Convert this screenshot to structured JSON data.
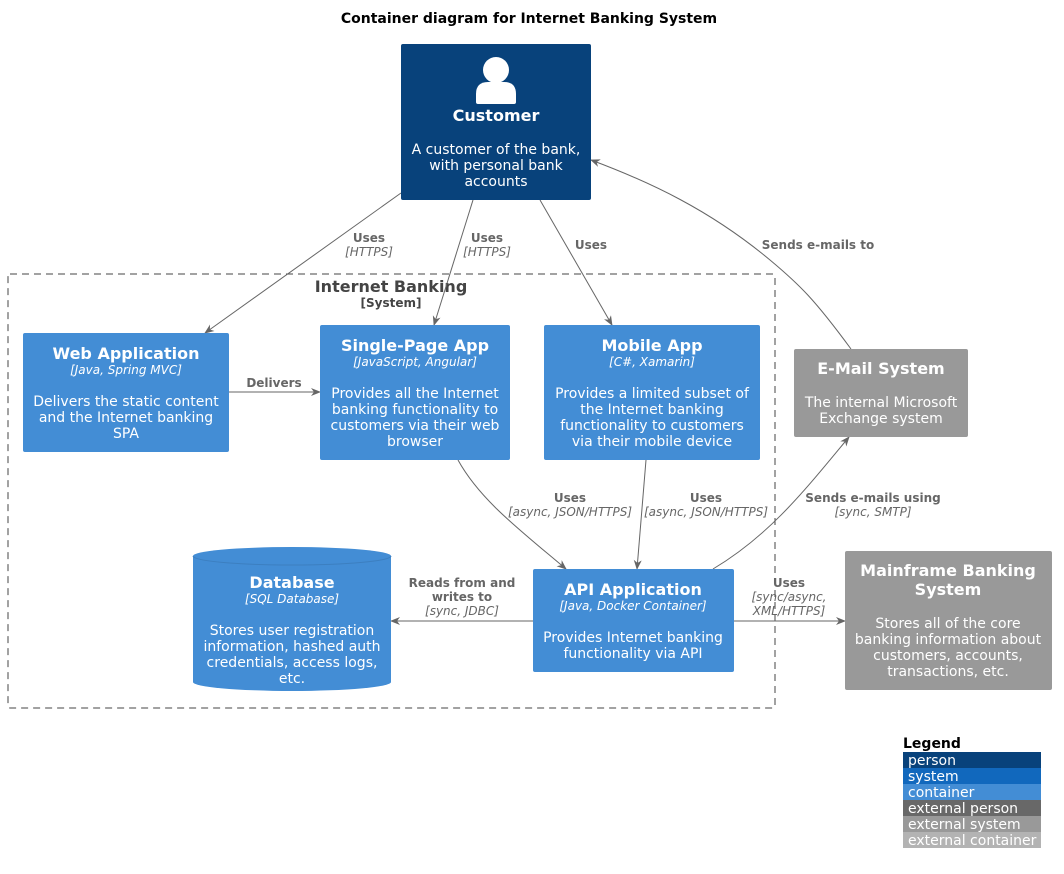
{
  "diagram": {
    "title": "Container diagram for Internet Banking System",
    "boundary": {
      "title": "Internet Banking",
      "subtitle": "[System]"
    },
    "colors": {
      "person": "#08427b",
      "container": "#438dd5",
      "external_system": "#999999",
      "edge": "#666666",
      "boundary": "#444444"
    },
    "nodes": {
      "customer": {
        "title": "Customer",
        "icon": "person-icon",
        "desc": [
          "A customer of the bank,",
          "with personal bank",
          "accounts"
        ]
      },
      "webapp": {
        "title": "Web Application",
        "tech": "[Java, Spring MVC]",
        "desc": [
          "Delivers the static content",
          "and the Internet banking",
          "SPA"
        ]
      },
      "spa": {
        "title": "Single-Page App",
        "tech": "[JavaScript, Angular]",
        "desc": [
          "Provides all the Internet",
          "banking functionality to",
          "customers via their web",
          "browser"
        ]
      },
      "mobile": {
        "title": "Mobile App",
        "tech": "[C#, Xamarin]",
        "desc": [
          "Provides a limited subset of",
          "the Internet banking",
          "functionality to customers",
          "via their mobile device"
        ]
      },
      "email": {
        "title": "E-Mail System",
        "desc": [
          "The internal Microsoft",
          "Exchange system"
        ]
      },
      "database": {
        "title": "Database",
        "tech": "[SQL Database]",
        "desc": [
          "Stores user registration",
          "information, hashed auth",
          "credentials, access logs,",
          "etc."
        ]
      },
      "api": {
        "title": "API Application",
        "tech": "[Java, Docker Container]",
        "desc": [
          "Provides Internet banking",
          "functionality via API"
        ]
      },
      "mainframe": {
        "title": [
          "Mainframe Banking",
          "System"
        ],
        "desc": [
          "Stores all of the core",
          "banking information about",
          "customers, accounts,",
          "transactions, etc."
        ]
      }
    },
    "edges": {
      "cust_web": {
        "label": "Uses",
        "tech": "[HTTPS]"
      },
      "cust_spa": {
        "label": "Uses",
        "tech": "[HTTPS]"
      },
      "cust_mobile": {
        "label": "Uses"
      },
      "email_cust": {
        "label": "Sends e-mails to"
      },
      "web_spa": {
        "label": "Delivers"
      },
      "spa_api": {
        "label": "Uses",
        "tech": "[async, JSON/HTTPS]"
      },
      "mobile_api": {
        "label": "Uses",
        "tech": "[async, JSON/HTTPS]"
      },
      "api_email": {
        "label": "Sends e-mails using",
        "tech": "[sync, SMTP]"
      },
      "api_db": {
        "label": [
          "Reads from and",
          "writes to"
        ],
        "tech": "[sync, JDBC]"
      },
      "api_mainframe": {
        "label": "Uses",
        "tech": [
          "[sync/async,",
          "XML/HTTPS]"
        ]
      }
    },
    "legend": {
      "title": "Legend",
      "items": [
        {
          "label": "person",
          "color": "#08427b"
        },
        {
          "label": "system",
          "color": "#1168bd"
        },
        {
          "label": "container",
          "color": "#438dd5"
        },
        {
          "label": "external person",
          "color": "#686868"
        },
        {
          "label": "external system",
          "color": "#999999"
        },
        {
          "label": "external container",
          "color": "#b3b3b3"
        }
      ]
    }
  }
}
